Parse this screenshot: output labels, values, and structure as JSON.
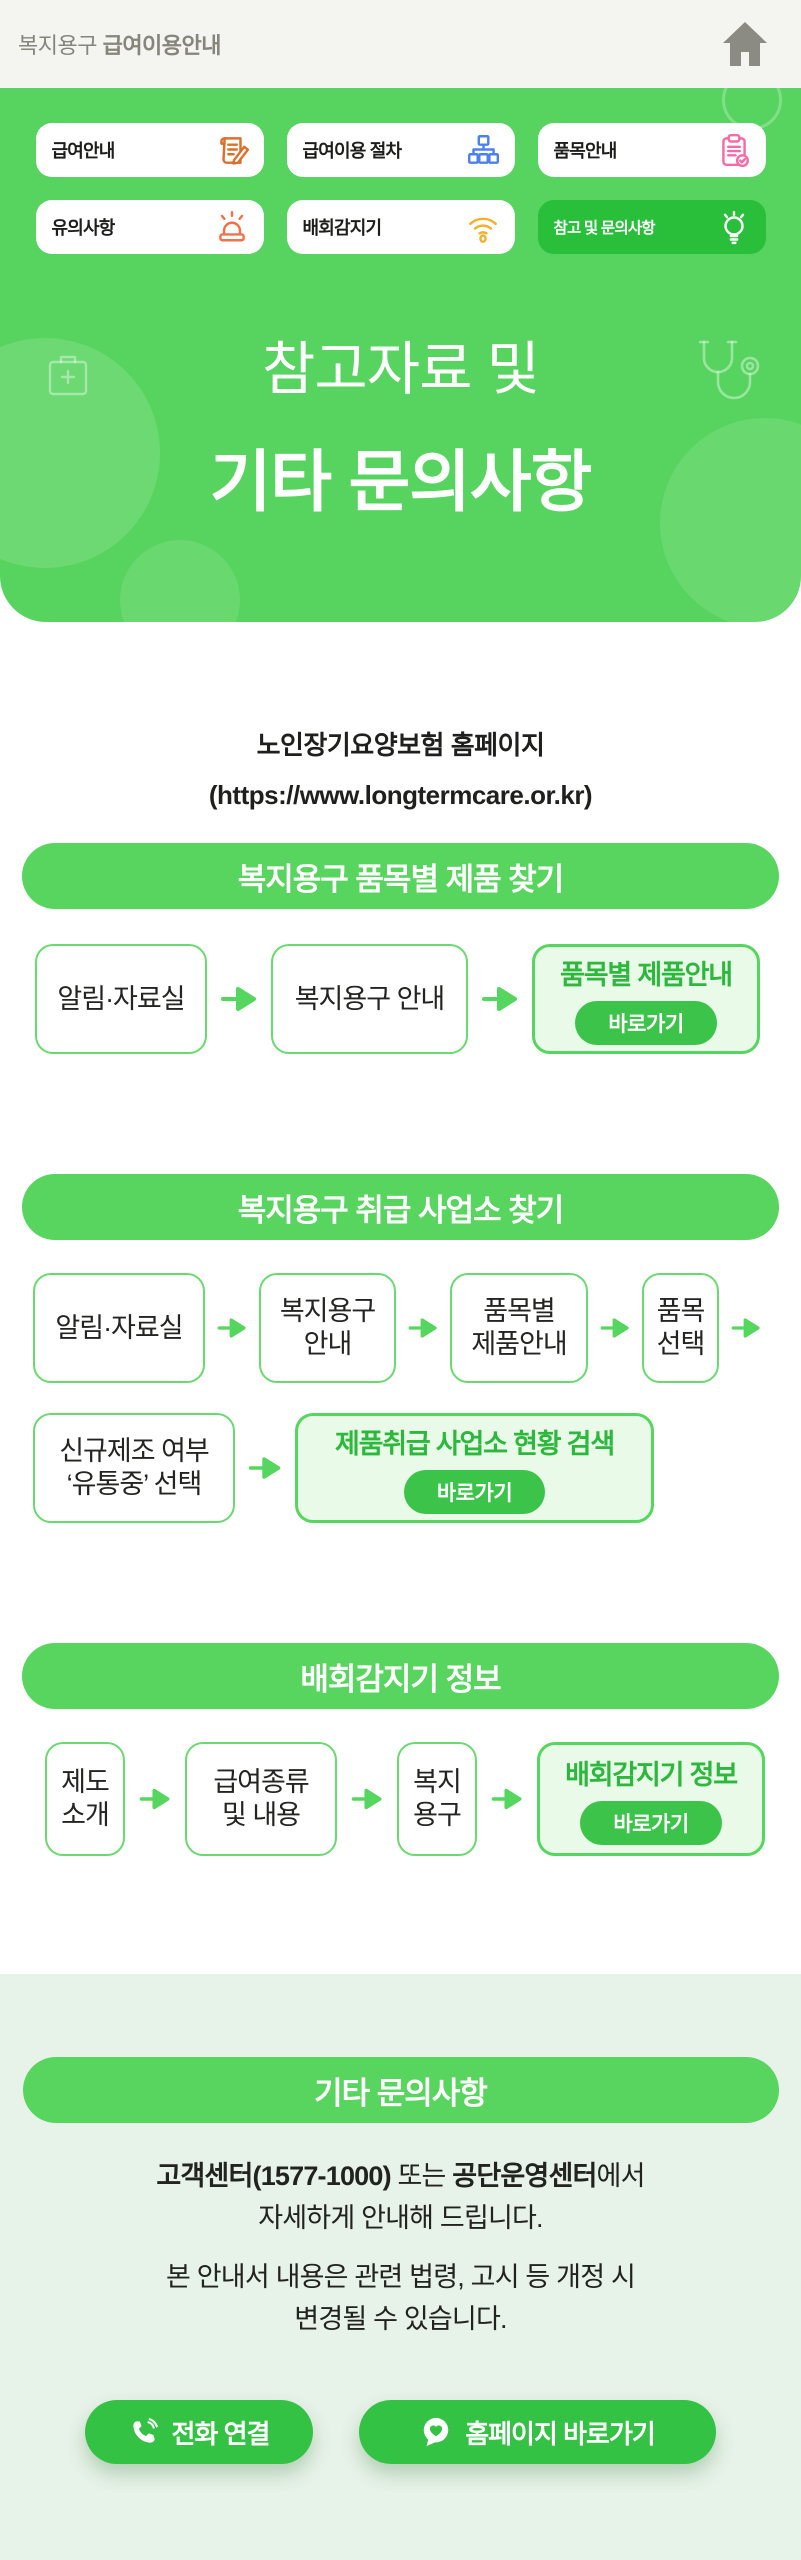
{
  "header": {
    "title_prefix": "복지용구 ",
    "title_bold": "급여이용안내"
  },
  "nav": {
    "items": [
      {
        "label": "급여안내",
        "icon": "document-pencil-icon",
        "icon_color": "#dd6f28",
        "active": false
      },
      {
        "label": "급여이용 절차",
        "icon": "flowchart-icon",
        "icon_color": "#4b80f2",
        "active": false
      },
      {
        "label": "품목안내",
        "icon": "clipboard-check-icon",
        "icon_color": "#f56ba7",
        "active": false
      },
      {
        "label": "유의사항",
        "icon": "siren-icon",
        "icon_color": "#f3714a",
        "active": false
      },
      {
        "label": "배회감지기",
        "icon": "wifi-icon",
        "icon_color": "#f3b02c",
        "active": false
      },
      {
        "label": "참고 및 문의사항",
        "icon": "lightbulb-icon",
        "icon_color": "#ffffff",
        "active": true
      }
    ]
  },
  "hero": {
    "title_line1": "참고자료 및",
    "title_line2": "기타 문의사항"
  },
  "homepage": {
    "line1": "노인장기요양보험 홈페이지",
    "line2": "(https://www.longtermcare.or.kr)"
  },
  "cta_label": "바로가기",
  "sections": [
    {
      "title": "복지용구 품목별 제품 찾기",
      "steps": [
        "알림·자료실",
        "복지용구 안내"
      ],
      "highlight": "품목별 제품안내"
    },
    {
      "title": "복지용구 취급 사업소 찾기",
      "steps_row1": [
        "알림·자료실",
        "복지용구\n안내",
        "품목별\n제품안내",
        "품목\n선택"
      ],
      "steps_row2": [
        "신규제조 여부\n‘유통중’ 선택"
      ],
      "highlight": "제품취급 사업소 현황 검색"
    },
    {
      "title": "배회감지기 정보",
      "steps": [
        "제도\n소개",
        "급여종류\n및 내용",
        "복지\n용구"
      ],
      "highlight": "배회감지기 정보"
    }
  ],
  "footer": {
    "title": "기타 문의사항",
    "p1_bold1": "고객센터(1577-1000)",
    "p1_mid": " 또는 ",
    "p1_bold2": "공단운영센터",
    "p1_tail": "에서",
    "p1_line2": "자세하게 안내해 드립니다.",
    "p2_line1": "본 안내서 내용은 관련 법령, 고시 등 개정 시",
    "p2_line2": "변경될 수 있습니다.",
    "call_button": "전화 연결",
    "home_button": "홈페이지 바로가기"
  },
  "colors": {
    "hero_green": "#57d45f",
    "active_green": "#29bf3b",
    "cta_green": "#3cc44a",
    "highlight_bg": "#e9fae8",
    "box_border": "#69da6f",
    "mint_bg": "#e7f2e8",
    "topbar_bg": "#f4f4f1",
    "topbar_text": "#85857c"
  }
}
